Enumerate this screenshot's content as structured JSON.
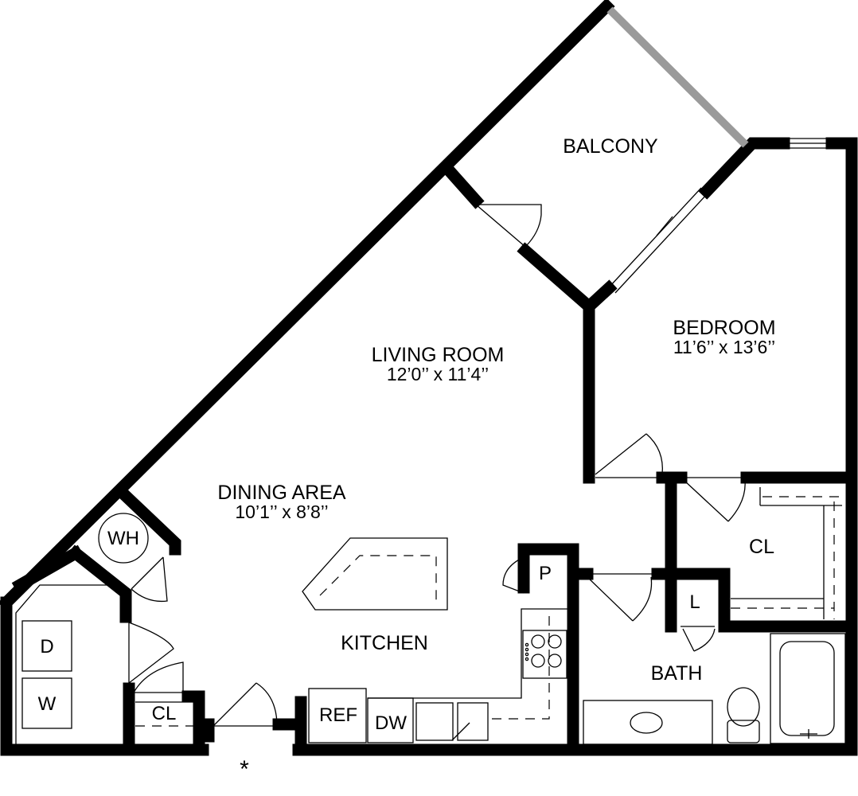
{
  "rooms": {
    "balcony": "BALCONY",
    "bedroom": "BEDROOM",
    "bedroom_dim": "11’6’’ x 13’6’’",
    "living": "LIVING ROOM",
    "living_dim": "12’0’’ x 11’4’’",
    "dining": "DINING AREA",
    "dining_dim": "10’1’’ x 8’8’’",
    "kitchen": "KITCHEN",
    "bath": "BATH",
    "bedroom_closet": "CL"
  },
  "fixtures": {
    "water_heater": "WH",
    "dryer": "D",
    "washer": "W",
    "entry_closet": "CL",
    "pantry": "P",
    "linen": "L",
    "refrigerator": "REF",
    "dishwasher": "DW"
  },
  "marker": "*",
  "colors": {
    "wall": "#000000",
    "balcony_rail": "#9a9a9a",
    "background": "#ffffff"
  }
}
